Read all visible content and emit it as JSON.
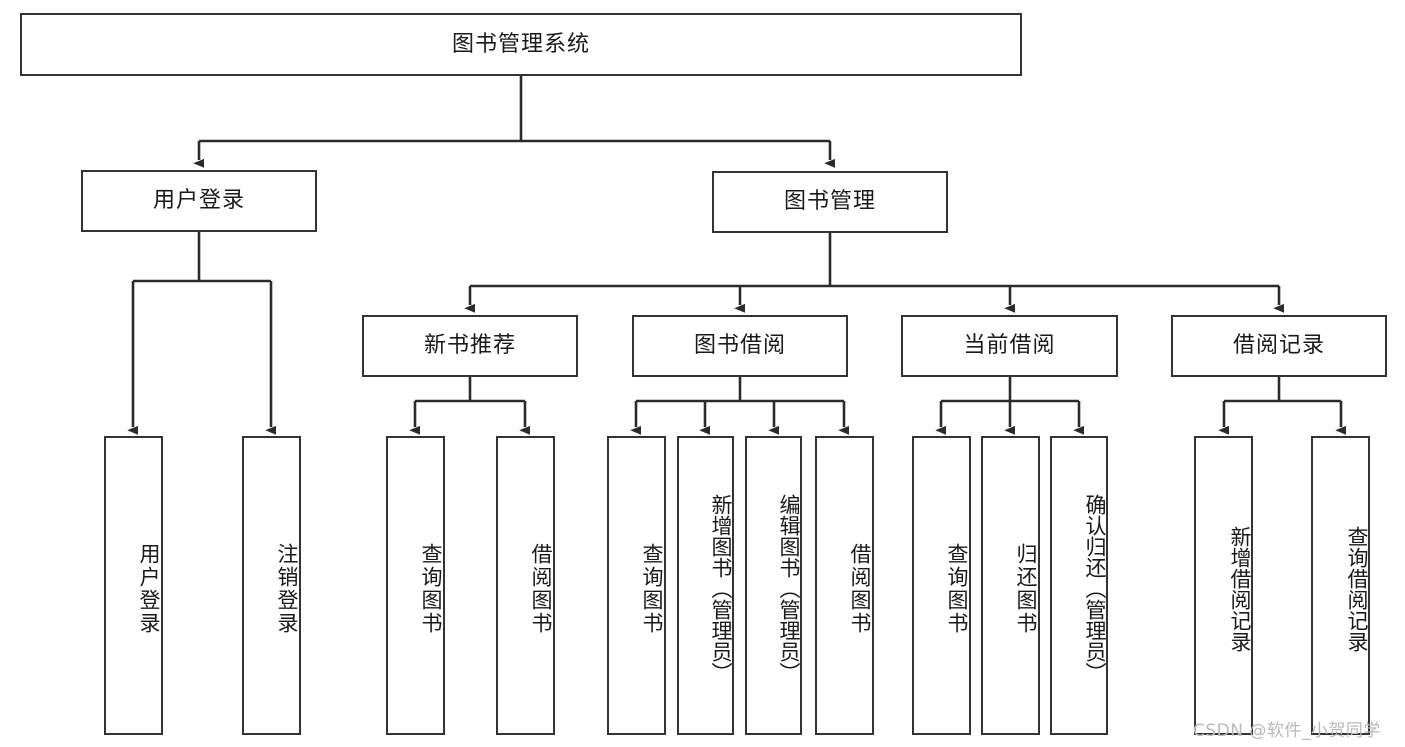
{
  "diagram": {
    "type": "tree",
    "title": "图书管理系统",
    "root": {
      "label": "图书管理系统"
    },
    "level2": [
      {
        "id": "user-login",
        "label": "用户登录"
      },
      {
        "id": "book-manage",
        "label": "图书管理"
      }
    ],
    "level3": [
      {
        "id": "new-book-rec",
        "label": "新书推荐",
        "parent": "book-manage"
      },
      {
        "id": "book-borrow",
        "label": "图书借阅",
        "parent": "book-manage"
      },
      {
        "id": "current-borrow",
        "label": "当前借阅",
        "parent": "book-manage"
      },
      {
        "id": "borrow-record",
        "label": "借阅记录",
        "parent": "book-manage"
      }
    ],
    "leaves": [
      {
        "id": "leaf-user-login",
        "label": "用户登录",
        "parent": "user-login"
      },
      {
        "id": "leaf-logout-login",
        "label": "注销登录",
        "parent": "user-login"
      },
      {
        "id": "leaf-query-book-1",
        "label": "查询图书",
        "parent": "new-book-rec"
      },
      {
        "id": "leaf-borrow-book-1",
        "label": "借阅图书",
        "parent": "new-book-rec"
      },
      {
        "id": "leaf-query-book-2",
        "label": "查询图书",
        "parent": "book-borrow"
      },
      {
        "id": "leaf-add-book",
        "label": "新增图书（管理员）",
        "parent": "book-borrow"
      },
      {
        "id": "leaf-edit-book",
        "label": "编辑图书（管理员）",
        "parent": "book-borrow"
      },
      {
        "id": "leaf-borrow-book-2",
        "label": "借阅图书",
        "parent": "book-borrow"
      },
      {
        "id": "leaf-query-book-3",
        "label": "查询图书",
        "parent": "current-borrow"
      },
      {
        "id": "leaf-return-book",
        "label": "归还图书",
        "parent": "current-borrow"
      },
      {
        "id": "leaf-confirm-return",
        "label": "确认归还（管理员）",
        "parent": "current-borrow"
      },
      {
        "id": "leaf-add-record",
        "label": "新增借阅记录",
        "parent": "borrow-record"
      },
      {
        "id": "leaf-query-record",
        "label": "查询借阅记录",
        "parent": "borrow-record"
      }
    ],
    "colors": {
      "box_border": "#333333",
      "box_fill": "#ffffff",
      "edge": "#2b2b2b",
      "text": "#1a1a1a",
      "watermark": "#b9b9b9"
    }
  },
  "watermark": {
    "text": "CSDN @软件_小贺同学"
  }
}
